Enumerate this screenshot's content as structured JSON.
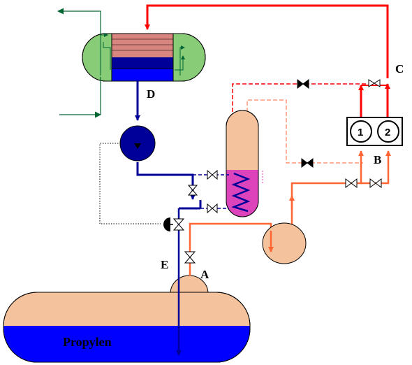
{
  "labels": {
    "a": "A",
    "b": "B",
    "c": "C",
    "d": "D",
    "e": "E"
  },
  "tank": {
    "name": "Propylen"
  },
  "compressor": {
    "stage_1": "1",
    "stage_2": "2"
  },
  "colors": {
    "hot_gas": "#ff0000",
    "warm_flow": "#ff6633",
    "liquid": "#000099",
    "cooling_water": "#006633",
    "tank_body": "#f4c29c",
    "liquid_fill": "#0000ff",
    "heat_exchanger": "#88cc77",
    "coil_bg": "#dd44bb"
  }
}
